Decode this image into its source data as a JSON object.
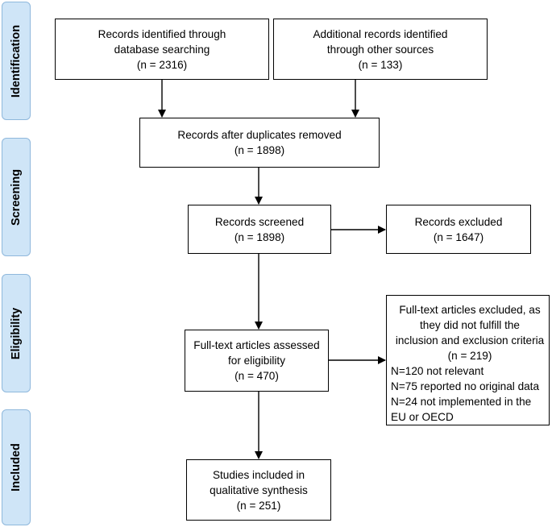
{
  "phases": {
    "identification": "Identification",
    "screening": "Screening",
    "eligibility": "Eligibility",
    "included": "Included"
  },
  "boxes": {
    "db_search": [
      "Records identified through",
      "database searching",
      "(n = 2316)"
    ],
    "other_sources": [
      "Additional records identified",
      "through other sources",
      "(n = 133)"
    ],
    "duplicates_removed": [
      "Records after duplicates removed",
      "(n = 1898)"
    ],
    "screened": [
      "Records screened",
      "(n = 1898)"
    ],
    "excluded": [
      "Records excluded",
      "(n = 1647)"
    ],
    "fulltext_assessed": [
      "Full-text articles assessed",
      "for eligibility",
      "(n = 470)"
    ],
    "fulltext_excluded": {
      "header": [
        "Full-text articles excluded, as",
        "they did not fulfill the",
        "inclusion and exclusion criteria",
        "(n = 219)"
      ],
      "reasons": [
        "N=120 not relevant",
        "N=75 reported no original data",
        "N=24 not implemented in the",
        "EU or OECD"
      ]
    },
    "included_synthesis": [
      "Studies included in",
      "qualitative synthesis",
      "(n = 251)"
    ]
  }
}
